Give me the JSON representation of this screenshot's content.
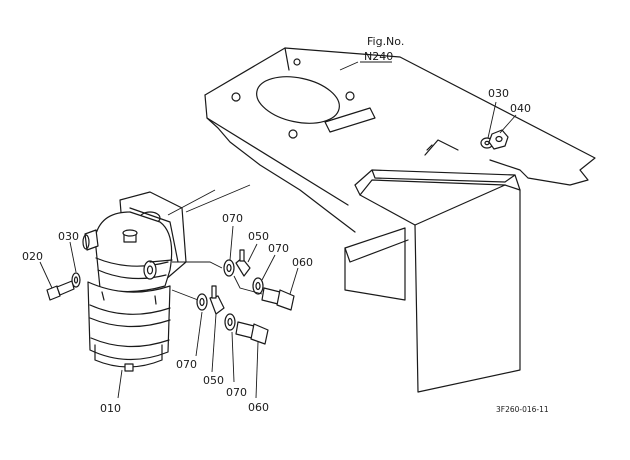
{
  "figure_ref": {
    "line1": "Fig.No.",
    "line2": "N240"
  },
  "drawing_code": "3F260-016-11",
  "callouts": {
    "p010": "010",
    "p020": "020",
    "p030_left": "030",
    "p030_right": "030",
    "p040": "040",
    "p050_upper": "050",
    "p050_lower": "050",
    "p060_upper": "060",
    "p060_lower": "060",
    "p070_top": "070",
    "p070_mid": "070",
    "p070_lower_left": "070",
    "p070_lower_right": "070"
  }
}
